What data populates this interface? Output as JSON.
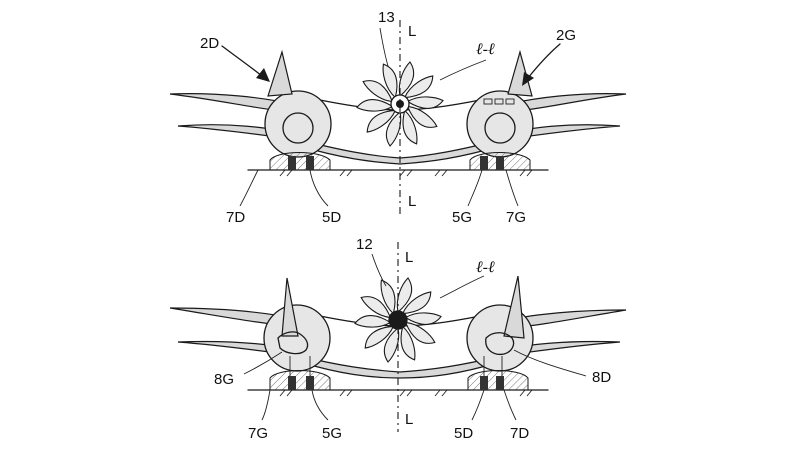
{
  "figure_top": {
    "labels": {
      "left_aircraft": "2D",
      "right_aircraft": "2G",
      "fan": "13",
      "axis_top": "L",
      "axis_bottom": "L",
      "plane": "ℓ-ℓ",
      "gear_left_outer": "7D",
      "gear_left_inner": "5D",
      "gear_right_inner": "5G",
      "gear_right_outer": "7G"
    }
  },
  "figure_bottom": {
    "labels": {
      "fan": "12",
      "axis_top": "L",
      "axis_bottom": "L",
      "plane": "ℓ-ℓ",
      "mount_left": "8G",
      "mount_right": "8D",
      "gear_left_outer": "7G",
      "gear_left_inner": "5G",
      "gear_right_inner": "5D",
      "gear_right_outer": "7D"
    }
  }
}
